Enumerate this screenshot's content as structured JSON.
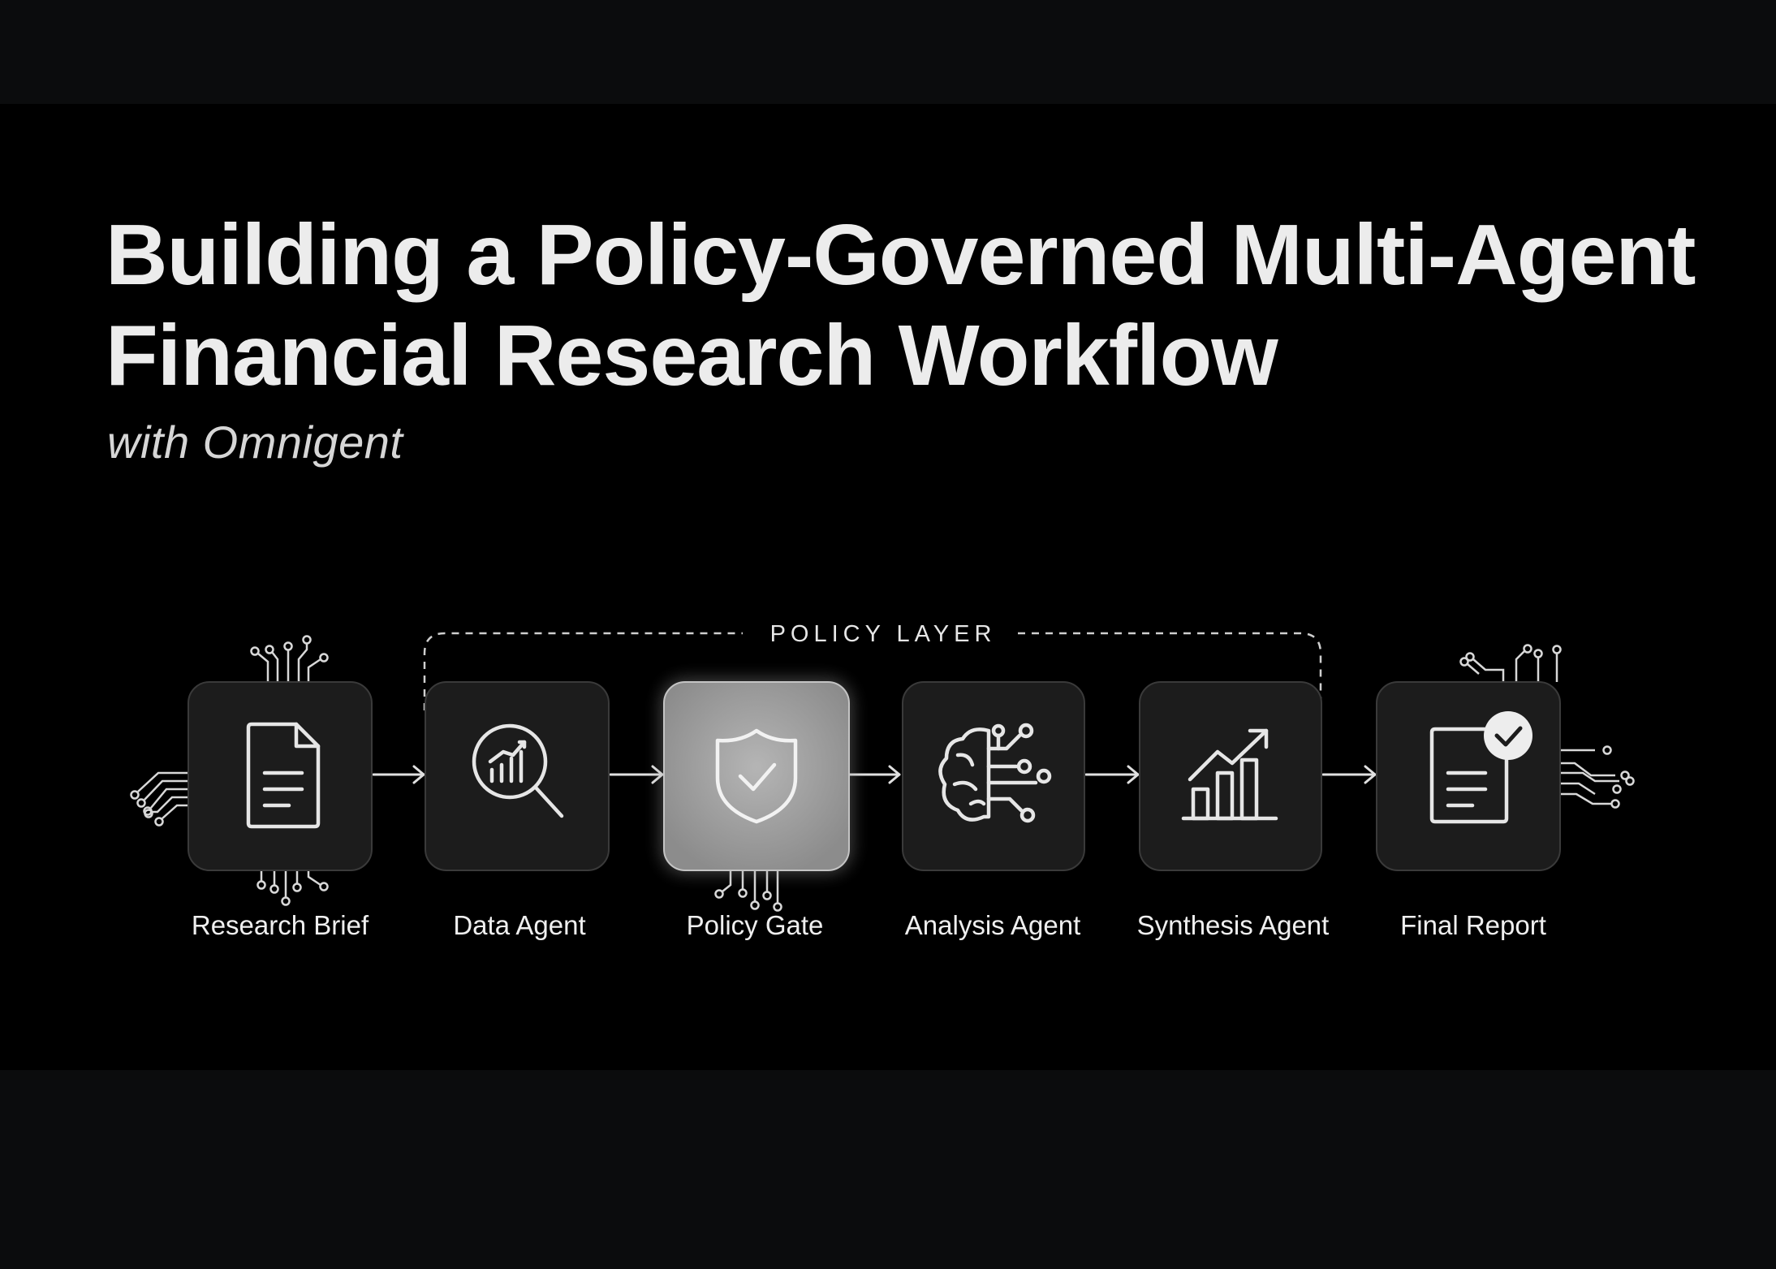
{
  "header": {
    "title_line1": "Building a Policy-Governed Multi-Agent",
    "title_line2": "Financial Research Workflow",
    "subtitle": "with Omnigent"
  },
  "policy_layer": {
    "label": "POLICY LAYER"
  },
  "steps": [
    {
      "label": "Research Brief",
      "icon": "document-icon"
    },
    {
      "label": "Data Agent",
      "icon": "magnifier-chart-icon"
    },
    {
      "label": "Policy Gate",
      "icon": "shield-check-icon",
      "highlighted": true
    },
    {
      "label": "Analysis Agent",
      "icon": "brain-circuit-icon"
    },
    {
      "label": "Synthesis Agent",
      "icon": "growth-chart-icon"
    },
    {
      "label": "Final Report",
      "icon": "report-check-icon"
    }
  ],
  "colors": {
    "background": "#000000",
    "frame": "#0b0c0d",
    "node_fill": "#1c1c1c",
    "node_highlight": "#9a9a9a",
    "stroke": "#e6e6e6"
  }
}
